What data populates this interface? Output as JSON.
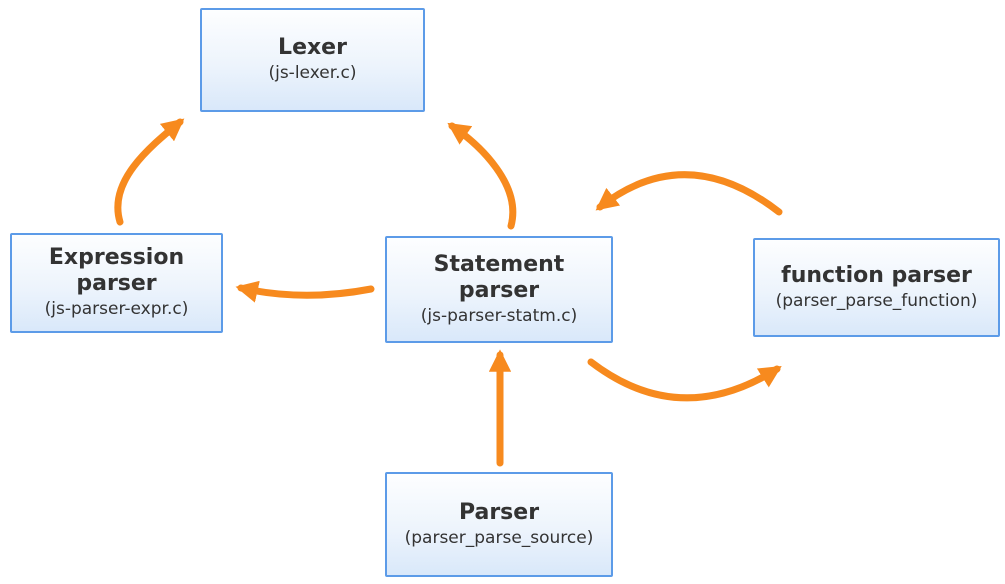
{
  "diagram": {
    "nodes": {
      "lexer": {
        "title_lines": [
          "Lexer"
        ],
        "subtitle": "(js-lexer.c)"
      },
      "expression_parser": {
        "title_lines": [
          "Expression",
          "parser"
        ],
        "subtitle": "(js-parser-expr.c)"
      },
      "statement_parser": {
        "title_lines": [
          "Statement",
          "parser"
        ],
        "subtitle": "(js-parser-statm.c)"
      },
      "function_parser": {
        "title_lines": [
          "function parser"
        ],
        "subtitle": "(parser_parse_function)"
      },
      "parser": {
        "title_lines": [
          "Parser"
        ],
        "subtitle": "(parser_parse_source)"
      }
    },
    "edges": [
      {
        "from": "expression-parser",
        "to": "lexer"
      },
      {
        "from": "statement-parser",
        "to": "lexer"
      },
      {
        "from": "statement-parser",
        "to": "expression-parser"
      },
      {
        "from": "function-parser",
        "to": "statement-parser"
      },
      {
        "from": "statement-parser",
        "to": "function-parser"
      },
      {
        "from": "parser",
        "to": "statement-parser"
      }
    ],
    "colors": {
      "arrow": "#F78A1E",
      "node_border": "#5C9BE8",
      "node_fill_top": "#FDFEFF",
      "node_fill_bottom": "#D9E8FA",
      "text": "#333333",
      "bg": "#FFFFFF"
    }
  }
}
